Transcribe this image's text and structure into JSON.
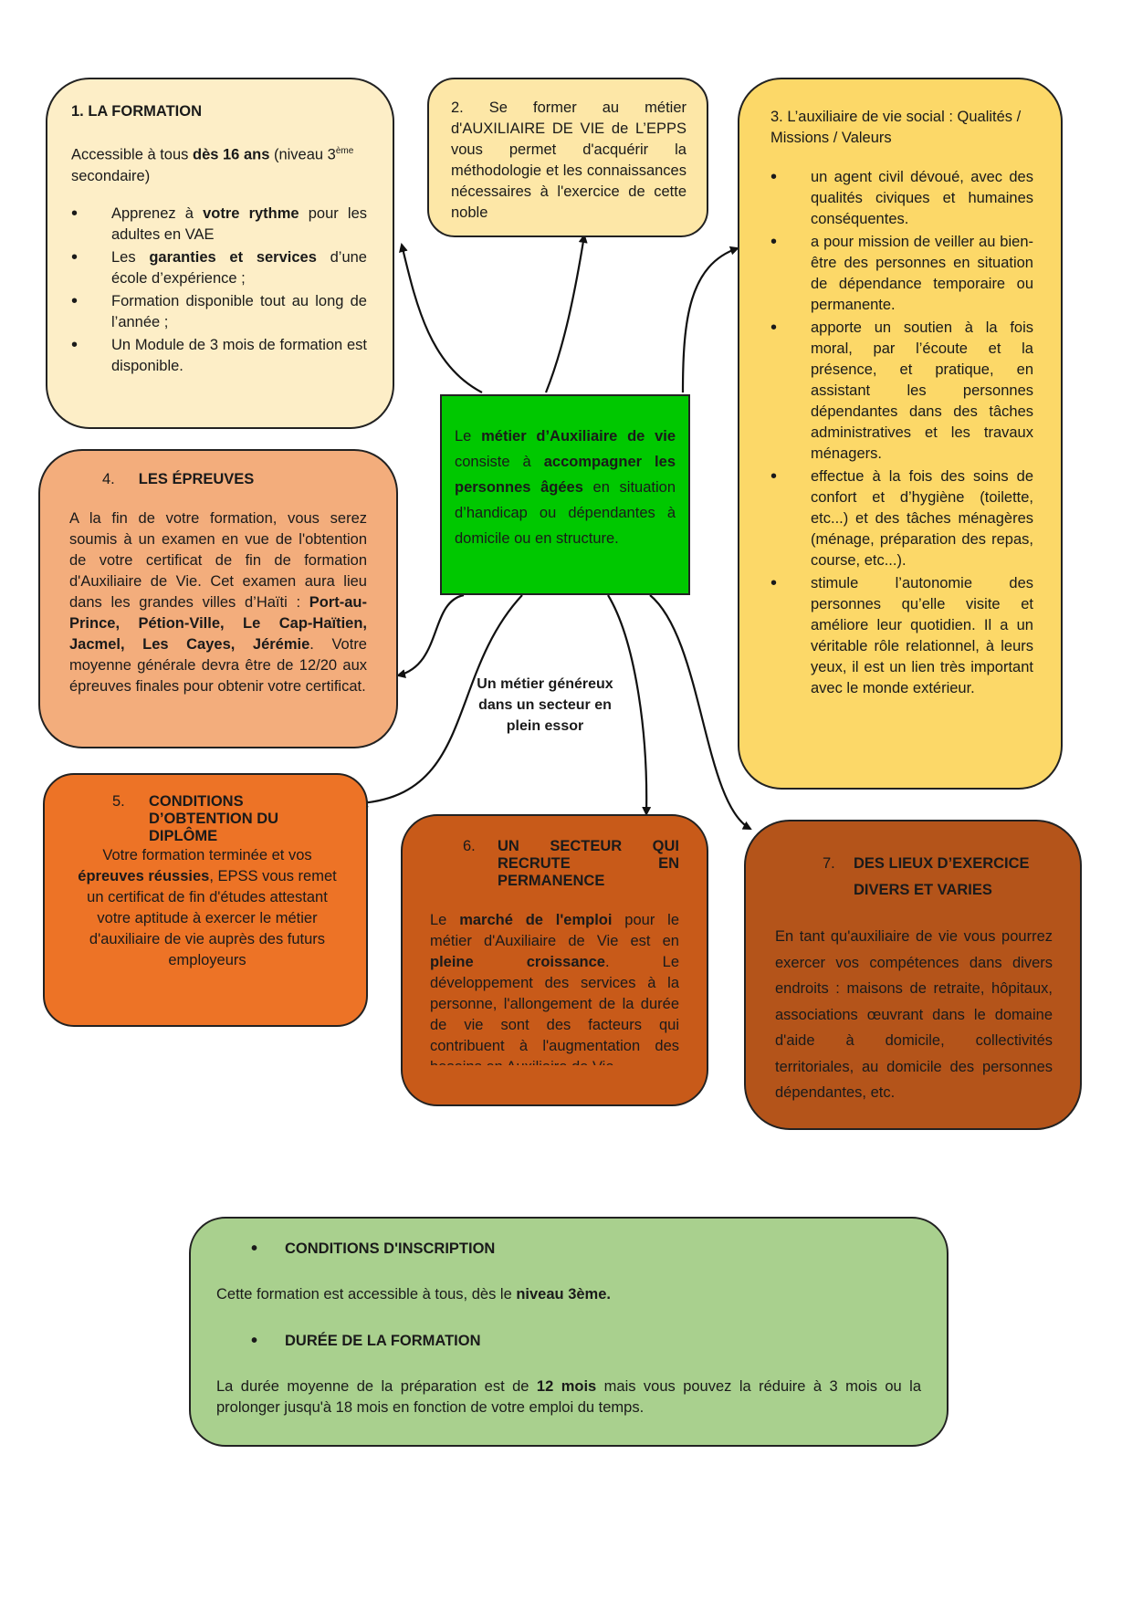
{
  "center": {
    "t1": "Le ",
    "b1": "métier d’Auxiliaire de vie",
    "t2": " consiste à ",
    "b2": "accompagner les personnes âgées",
    "t3": " en situation d’handicap ou dépendantes à domicile ou en structure."
  },
  "center_caption": "Un métier généreux dans un secteur en plein essor",
  "box1": {
    "title": "1. LA FORMATION",
    "intro_a": "Accessible à tous ",
    "intro_b": "dès 16 ans",
    "intro_c": " (niveau 3",
    "intro_sup": "ème",
    "intro_d": " secondaire)",
    "items": [
      {
        "a": "Apprenez à ",
        "b": "votre rythme",
        "c": " pour les adultes en VAE"
      },
      {
        "a": "Les ",
        "b": "garanties et services",
        "c": " d’une école d’expérience ;"
      },
      {
        "a": "Formation disponible tout au long de l’année ;",
        "b": "",
        "c": ""
      },
      {
        "a": "Un Module de 3 mois de formation est disponible.",
        "b": "",
        "c": ""
      }
    ]
  },
  "box2": {
    "text": "2.  Se former au métier d'AUXILIAIRE DE VIE de L’EPPS vous permet d'acquérir la méthodologie et les connaissances nécessaires à l'exercice de cette noble"
  },
  "box3": {
    "title": "3.  L’auxiliaire de vie social : Qualités / Missions / Valeurs",
    "items": [
      "un agent civil dévoué, avec des qualités civiques et humaines conséquentes.",
      "a pour mission de veiller au bien-être des personnes en situation de dépendance temporaire ou permanente.",
      "apporte un soutien à la fois moral, par l’écoute et la présence, et pratique, en assistant les personnes dépendantes dans des tâches administratives et les travaux ménagers.",
      "effectue à la fois des soins de confort et d’hygiène (toilette, etc...) et des tâches ménagères (ménage, préparation des repas, course, etc...).",
      "stimule l’autonomie des personnes qu’elle visite et améliore leur quotidien. Il a un véritable rôle relationnel, à leurs yeux, il est un lien très important avec le monde extérieur."
    ]
  },
  "box4": {
    "num": "4.",
    "title": "LES ÉPREUVES",
    "t1": "A la fin de votre formation, vous serez soumis à un examen en vue de l'obtention de votre certificat de fin de formation d'Auxiliaire de Vie. Cet examen aura lieu dans les grandes villes d’Haïti : ",
    "b1": "Port-au-Prince, Pétion-Ville, Le Cap-Haïtien, Jacmel, Les Cayes, Jérémie",
    "t2": ". Votre moyenne générale devra être de 12/20 aux épreuves finales pour obtenir votre certificat."
  },
  "box5": {
    "num": "5.",
    "title": "CONDITIONS D’OBTENTION DU DIPLÔME",
    "t1": "Votre formation terminée et vos ",
    "b1": "épreuves réussies",
    "t2": ", EPSS vous remet un certificat de fin d'études attestant votre aptitude à exercer le métier d'auxiliaire de vie auprès des futurs employeurs"
  },
  "box6": {
    "num": "6.",
    "title": "UN SECTEUR QUI RECRUTE EN PERMANENCE",
    "t1": "Le ",
    "b1": "marché de l'emploi",
    "t2": " pour le métier d'Auxiliaire de Vie est en ",
    "b2": "pleine croissance",
    "t3": ". Le développement des services à la personne, l'allongement de la durée de vie sont des facteurs qui contribuent à l'augmentation des besoins en Auxiliaire de Vie."
  },
  "box7": {
    "num": "7.",
    "title": "DES LIEUX D’EXERCICE DIVERS ET VARIES",
    "text": "En tant qu'auxiliaire de vie vous pourrez exercer vos compétences dans divers endroits : maisons de retraite, hôpitaux, associations œuvrant dans le domaine d'aide à domicile, collectivités territoriales, au domicile des personnes dépendantes, etc."
  },
  "box8": {
    "h1": "CONDITIONS D'INSCRIPTION",
    "p1a": "Cette formation est accessible à tous, dès le ",
    "p1b": "niveau 3ème.",
    "h2": "DURÉE DE LA FORMATION",
    "p2a": "La durée moyenne de la préparation est de ",
    "p2b": "12 mois",
    "p2c": " mais vous pouvez la réduire à 3 mois ou la prolonger jusqu'à 18 mois en fonction de votre emploi du temps."
  },
  "colors": {
    "box1": "#fdeec7",
    "box2": "#fde7a7",
    "box3": "#fcd868",
    "box4": "#f3ad7c",
    "box5": "#ed7326",
    "box6": "#c85a19",
    "box7": "#b4541a",
    "box8": "#a9d08e",
    "center": "#00c800"
  }
}
